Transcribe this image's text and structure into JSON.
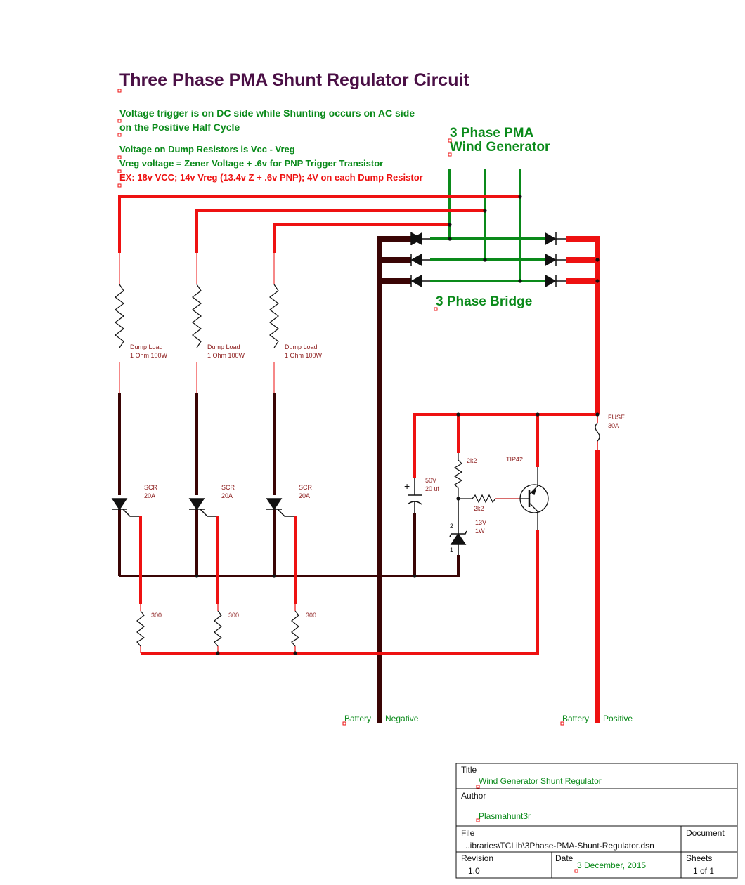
{
  "title": "Three Phase PMA Shunt Regulator Circuit",
  "notes": {
    "line1": "Voltage trigger is on DC side while Shunting occurs on AC side",
    "line2": "on the Positive Half Cycle",
    "line3": "Voltage on Dump Resistors is Vcc - Vreg",
    "line4": "Vreg voltage = Zener Voltage + .6v for PNP Trigger Transistor",
    "line5": "EX:  18v VCC;  14v Vreg (13.4v Z + .6v PNP);    4V on each Dump Resistor"
  },
  "generator": {
    "line1": "3 Phase PMA",
    "line2": "Wind Generator"
  },
  "bridge_label": "3 Phase Bridge",
  "dump_loads": [
    {
      "name": "Dump Load",
      "value": "1 Ohm 100W"
    },
    {
      "name": "Dump Load",
      "value": "1 Ohm 100W"
    },
    {
      "name": "Dump Load",
      "value": "1 Ohm 100W"
    }
  ],
  "scrs": [
    {
      "name": "SCR",
      "value": "20A"
    },
    {
      "name": "SCR",
      "value": "20A"
    },
    {
      "name": "SCR",
      "value": "20A"
    }
  ],
  "gate_resistors": [
    "300",
    "300",
    "300"
  ],
  "fuse": {
    "name": "FUSE",
    "value": "30A"
  },
  "capacitor": {
    "voltage": "50V",
    "capacitance": "20 uf",
    "polarity": "+"
  },
  "bias_resistor": "2k2",
  "base_resistor": "2k2",
  "zener": {
    "voltage": "13V",
    "power": "1W",
    "pin1": "1",
    "pin2": "2"
  },
  "transistor": "TIP42",
  "battery_negative": {
    "word1": "Battery",
    "word2": "Negative"
  },
  "battery_positive": {
    "word1": "Battery",
    "word2": "Positive"
  },
  "title_block": {
    "title_label": "Title",
    "title_value": "Wind Generator Shunt Regulator",
    "author_label": "Author",
    "author_value": "Plasmahunt3r",
    "file_label": "File",
    "file_value": "..ibraries\\TCLib\\3Phase-PMA-Shunt-Regulator.dsn",
    "document_label": "Document",
    "revision_label": "Revision",
    "revision_value": "1.0",
    "date_label": "Date",
    "date_value": "3 December, 2015",
    "sheets_label": "Sheets",
    "sheets_value": "1 of 1"
  },
  "colors": {
    "title": "#4a0f45",
    "green": "#0a8a1a",
    "red": "#ee1111",
    "dark_wire": "#3a0505",
    "component": "#111111",
    "label_red": "#8b1a1a"
  }
}
